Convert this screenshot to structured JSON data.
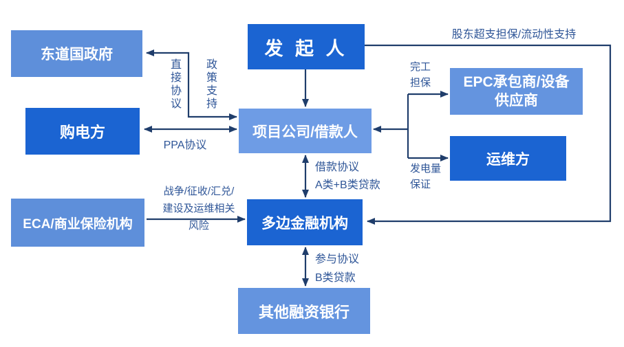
{
  "diagram": {
    "title": "",
    "nodes": {
      "sponsor": {
        "label": "发 起 人"
      },
      "host_government": {
        "label": "东道国政府"
      },
      "power_purchaser": {
        "label": "购电方"
      },
      "project_company": {
        "label": "项目公司/借款人"
      },
      "epc_contractor": {
        "label": "EPC承包商/设备\n供应商"
      },
      "om_party": {
        "label": "运维方"
      },
      "eca_insurer": {
        "label": "ECA/商业保险机构"
      },
      "multilateral_fi": {
        "label": "多边金融机构"
      },
      "other_banks": {
        "label": "其他融资银行"
      }
    },
    "edge_labels": {
      "shareholder_support": "股东超支担保/流动性支持",
      "direct_agreement": "直接协议",
      "policy_support": "政策支持",
      "ppa_agreement": "PPA协议",
      "loan_agreement": "借款协议\nA类+B类贷款",
      "completion_guarantee": "完工\n担保",
      "generation_guarantee": "发电量\n保证",
      "insured_risks": "战争/征收/汇兑/\n建设及运维相关\n风险",
      "participation": "参与协议\nB类贷款"
    },
    "colors": {
      "dark_box": "#1B64D2",
      "light_box": "#5E8FDA",
      "medium_box": "#6494DF",
      "lighter_box": "#6E9CE5",
      "arrow": "#1F3D6B",
      "label_text": "#2E5597",
      "box_text": "#FFFFFF",
      "background": "#FFFFFF"
    }
  }
}
